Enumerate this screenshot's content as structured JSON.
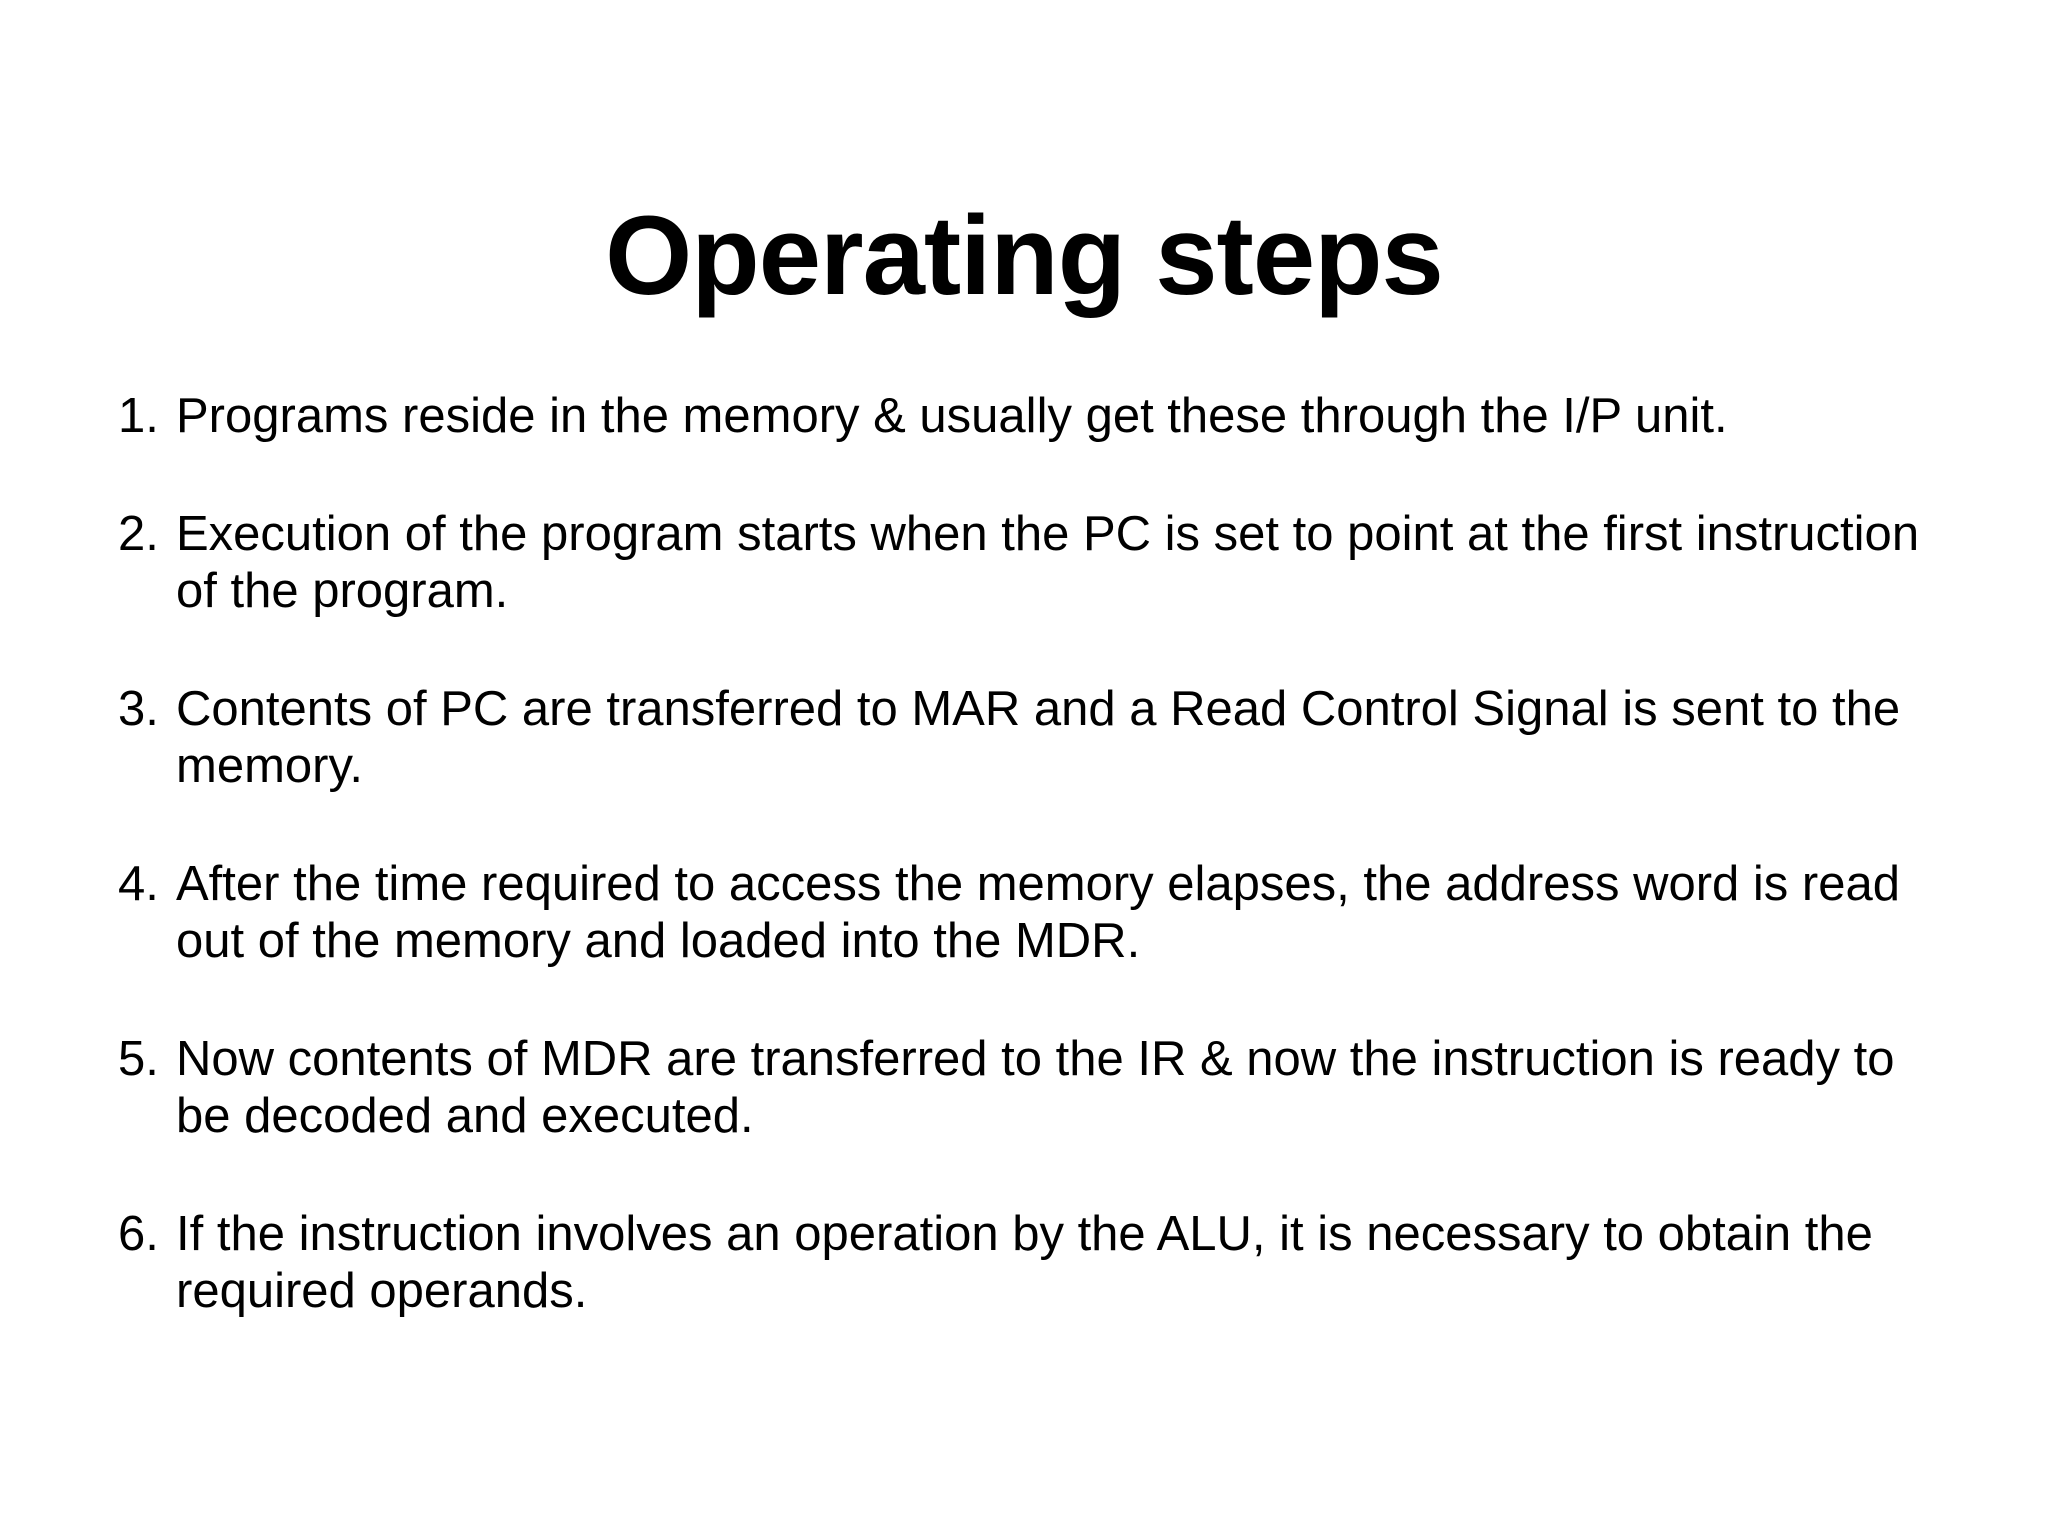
{
  "slide": {
    "title": "Operating steps",
    "background_color": "#ffffff",
    "text_color": "#000000",
    "steps": [
      {
        "number": "1.",
        "text": "Programs reside in the memory & usually get these through the I/P unit."
      },
      {
        "number": "2.",
        "text": "Execution of the program starts when the PC is set to point at the first instruction of the program."
      },
      {
        "number": "3.",
        "text": "Contents of PC are transferred to MAR and a Read Control Signal is sent to the memory."
      },
      {
        "number": "4.",
        "text": "After the time required to access the memory elapses, the address word is read out of the memory and loaded into the MDR."
      },
      {
        "number": "5.",
        "text": "Now contents of MDR are transferred to the IR & now the instruction is ready to be decoded and executed."
      },
      {
        "number": "6.",
        "text": "If the instruction involves an operation by the ALU, it is necessary to obtain the required operands."
      }
    ]
  }
}
